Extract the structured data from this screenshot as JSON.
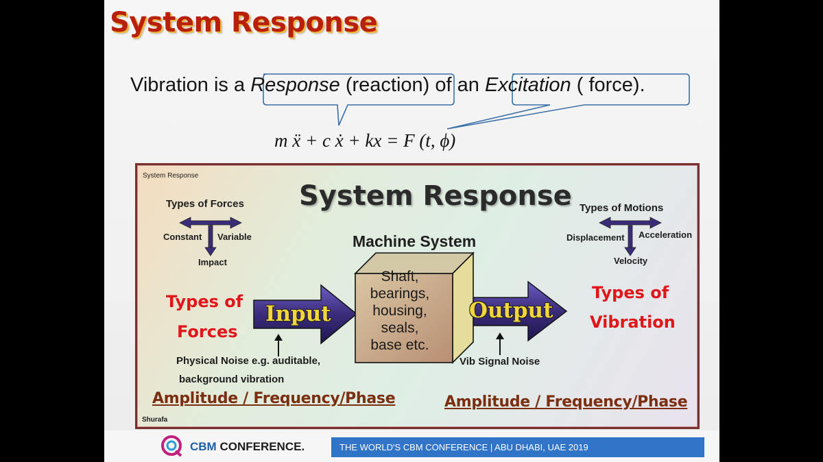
{
  "slide": {
    "title": "System Response",
    "sentence": {
      "prefix": "Vibration is a ",
      "response": "Response",
      "reaction": " (reaction)",
      "middle": " of an ",
      "excitation": "Excitation",
      "force": " ( force)."
    },
    "equation": "m ẍ + c ẋ + kx = F (t, ϕ)"
  },
  "diagram": {
    "corner_label": "System Response",
    "heading": "System Response",
    "forces_title": "Types of Forces",
    "force_left": "Constant",
    "force_right": "Variable",
    "force_down": "Impact",
    "motions_title": "Types of Motions",
    "motion_left": "Displacement",
    "motion_right": "Acceleration",
    "motion_down": "Velocity",
    "machine_label": "Machine System",
    "box_lines": [
      "Shaft,",
      "bearings,",
      "housing,",
      "seals,",
      "base etc."
    ],
    "input_label": "Input",
    "output_label": "Output",
    "types_forces_1": "Types of",
    "types_forces_2": "Forces",
    "types_vibration_1": "Types of",
    "types_vibration_2": "Vibration",
    "noise_input_1": "Physical Noise e.g. auditable,",
    "noise_input_2": "background vibration",
    "noise_output": "Vib Signal Noise",
    "amp_left": "Amplitude / Frequency/Phase",
    "amp_right": "Amplitude / Frequency/Phase",
    "author": "Shurafa"
  },
  "footer": {
    "brand_1": "CBM",
    "brand_2": " CONFERENCE.",
    "banner": "THE  WORLD'S CBM CONFERENCE  |  ABU DHABI, UAE  2019"
  },
  "colors": {
    "title_red": "#b8200c",
    "accent_red": "#e0161b",
    "arrow_fill": "#3b2c7a",
    "banner_blue": "#2f74c7"
  }
}
